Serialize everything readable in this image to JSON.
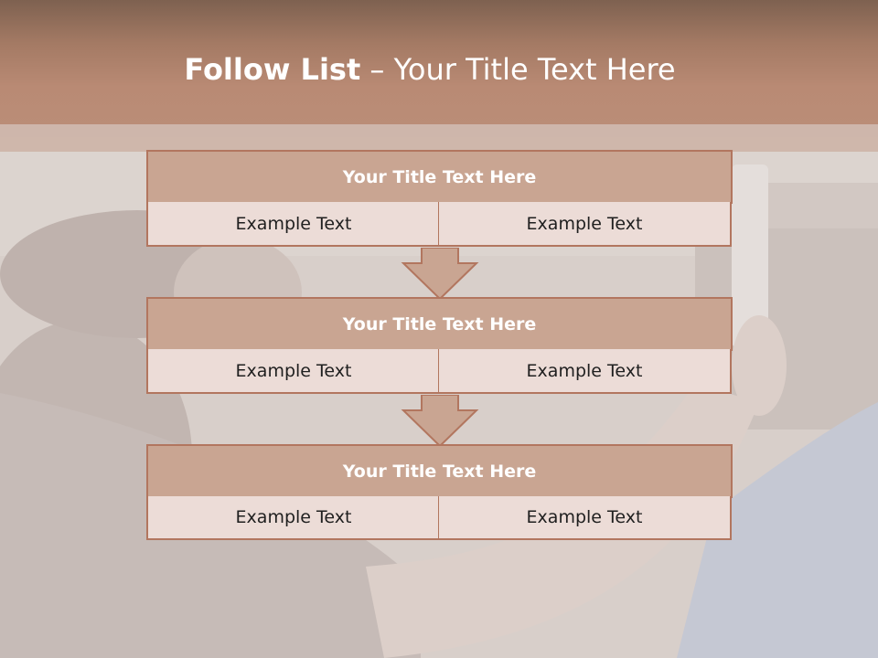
{
  "slide": {
    "title_bold": "Follow List",
    "title_sep": " – ",
    "title_rest": "Your Title Text Here"
  },
  "blocks": [
    {
      "title": "Your Title Text Here",
      "left": "Example Text",
      "right": "Example Text"
    },
    {
      "title": "Your Title Text Here",
      "left": "Example Text",
      "right": "Example Text"
    },
    {
      "title": "Your Title Text Here",
      "left": "Example Text",
      "right": "Example Text"
    }
  ],
  "colors": {
    "header": "#b98a74",
    "block_head": "#c9a592",
    "cell": "#ecdcd7",
    "border": "#b2765f",
    "arrow": "#c9a592"
  }
}
